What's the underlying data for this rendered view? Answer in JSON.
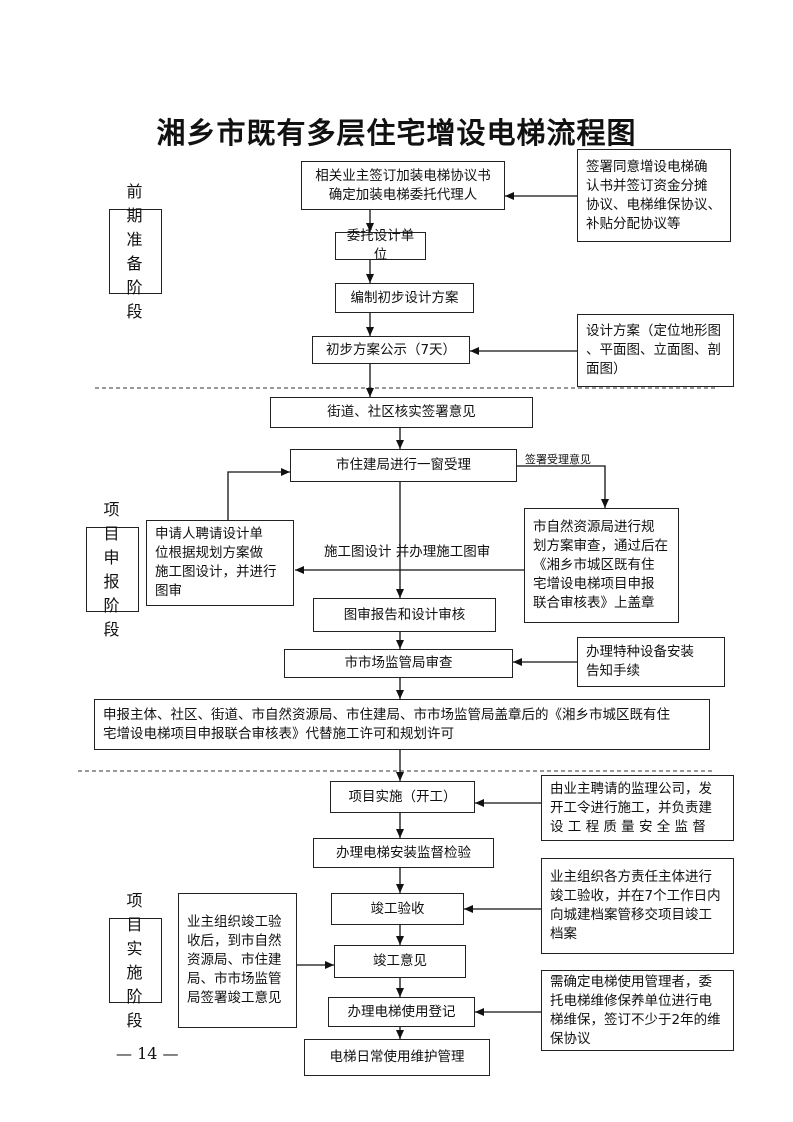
{
  "title": "湘乡市既有多层住宅增设电梯流程图",
  "stages": {
    "prep": "前期\n准备\n阶段",
    "apply": "项目\n申报\n阶段",
    "implement": "项目\n实施\n阶段"
  },
  "steps": {
    "sign_agreement": "相关业主签订加装电梯协议书\n确定加装电梯委托代理人",
    "commission_design": "委托设计单位",
    "preliminary_design": "编制初步设计方案",
    "publicity": "初步方案公示（7天）",
    "street_review": "街道、社区核实签署意见",
    "one_window": "市住建局进行一窗受理",
    "drawing_review_report": "图审报告和设计审核",
    "market_review": "市市场监管局审查",
    "joint_permit": "申报主体、社区、街道、市自然资源局、市住建局、市市场监管局盖章后的《湘乡市城区既有住\n宅增设电梯项目申报联合审核表》代替施工许可和规划许可",
    "start_construction": "项目实施（开工）",
    "install_inspection": "办理电梯安装监督检验",
    "acceptance": "竣工验收",
    "completion_opinion": "竣工意见",
    "registration": "办理电梯使用登记",
    "maintenance": "电梯日常使用维护管理"
  },
  "notes": {
    "sign_confirmation": "签署同意增设电梯确\n认书并签订资金分摊\n协议、电梯维保协议、\n补贴分配协议等",
    "design_scheme": "设计方案（定位地形图\n、平面图、立面图、剖\n面图）",
    "applicant_design": "申请人聘请设计单\n位根据规划方案做\n施工图设计，并进行\n图审",
    "natural_resources": "市自然资源局进行规\n划方案审查，通过后在\n《湘乡市城区既有住\n宅增设电梯项目申报\n联合审核表》上盖章",
    "special_equipment": "办理特种设备安装\n告知手续",
    "supervision": "由业主聘请的监理公司，发\n开工令进行施工，并负责建\n设 工 程 质 量 安 全 监 督",
    "owner_acceptance": "业主组织各方责任主体进行\n竣工验收，并在7个工作日内\n向城建档案管移交项目竣工\n档案",
    "owner_opinion": "业主组织竣工验\n收后，到市自然\n资源局、市住建\n局、市市场监管\n局签署竣工意见",
    "maintenance_contract": "需确定电梯使用管理者，委\n托电梯维修保养单位进行电\n梯维保，签订不少于2年的维\n保协议"
  },
  "labels": {
    "sign_acceptance_opinion": "签署受理意见",
    "construction_drawing": "施工图设计  并办理施工图审"
  },
  "page_number": "— 14 —"
}
